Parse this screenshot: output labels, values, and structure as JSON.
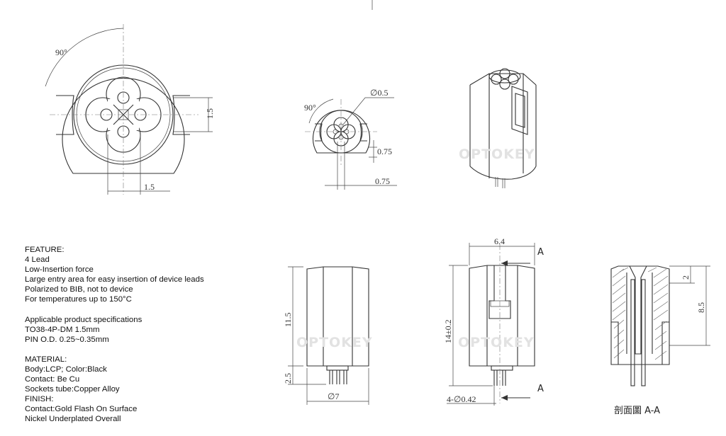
{
  "watermark": "OPTOKEY",
  "dimensions": {
    "top_view_angle": "90°",
    "top_view_height": "1.5",
    "top_view_width": "1.5",
    "small_view_angle": "90°",
    "small_view_hole": "∅0.5",
    "small_view_gap1": "0.75",
    "small_view_gap2": "0.75",
    "front_body_height": "11.5",
    "front_pin_length": "2.5",
    "front_diameter": "∅7",
    "side_width": "6.4",
    "side_height": "14±0.2",
    "side_pins": "4-∅0.42",
    "section_marker_top": "A",
    "section_marker_bottom": "A",
    "section_top_depth": "2",
    "section_depth": "8.5"
  },
  "section_label": "剖面圖 A-A",
  "specs": {
    "feature_title": "FEATURE:",
    "features": [
      "4 Lead",
      "Low-Insertion force",
      "Large entry area for easy insertion of device leads",
      "Polarized to BIB, not to device",
      "For temperatures up to 150°C"
    ],
    "applicable_title": "Applicable product specifications",
    "applicable": [
      "TO38-4P-DM 1.5mm",
      "PIN O.D. 0.25~0.35mm"
    ],
    "material_title": "MATERIAL:",
    "materials": [
      "Body:LCP; Color:Black",
      "Contact: Be Cu",
      "Sockets tube:Copper Alloy"
    ],
    "finish_title": "FINISH:",
    "finishes": [
      "Contact:Gold Flash On Surface",
      "Nickel Underplated Overall"
    ]
  }
}
